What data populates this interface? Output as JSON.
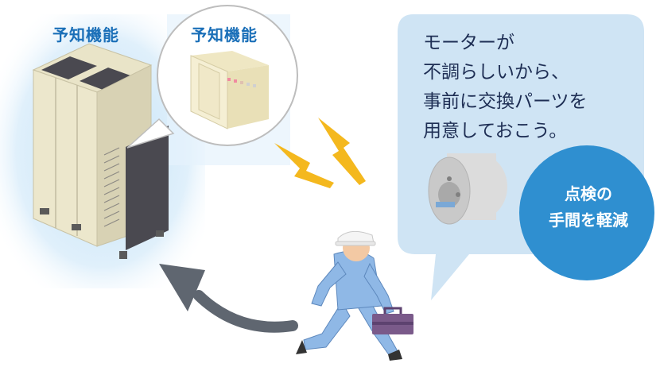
{
  "unit_label": "予知機能",
  "zoom_label": "予知機能",
  "speech_lines": [
    "モーターが",
    "不調らしいから、",
    "事前に交換パーツを",
    "用意しておこう。"
  ],
  "badge_lines": [
    "点検の",
    "手間を軽減"
  ],
  "colors": {
    "title_blue": "#1a6fb8",
    "bubble_bg": "#cfe4f4",
    "badge_blue": "#2f8fd0",
    "lightning": "#f4b81e",
    "arrow_gray": "#5f6670",
    "worker_suit": "#8fb8e6",
    "unit_body": "#ece7cc",
    "unit_panel": "#4a4950"
  },
  "icons": [
    "air-conditioner-outdoor-unit",
    "controller-board",
    "lightning-bolt",
    "motor",
    "worker",
    "toolbox",
    "return-arrow"
  ]
}
